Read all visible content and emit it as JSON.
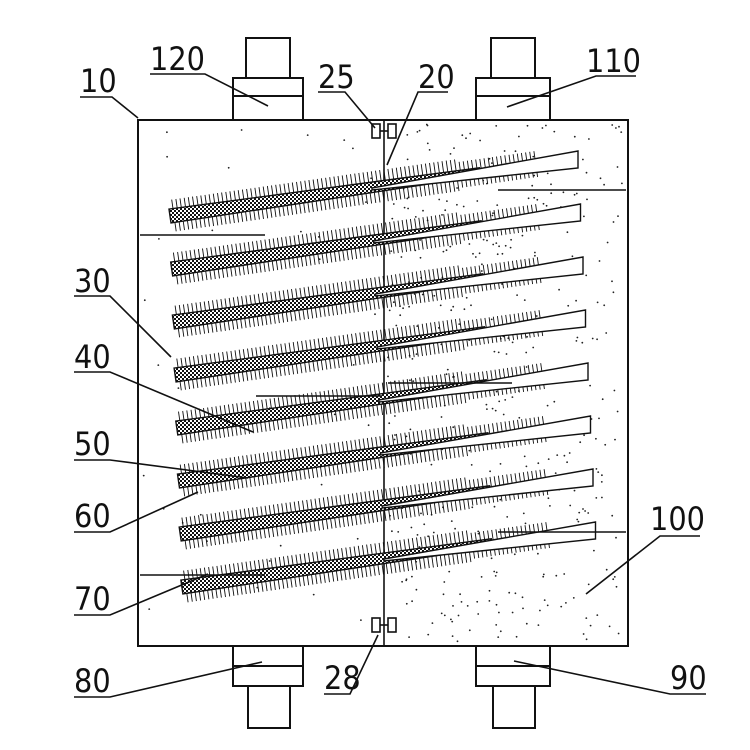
{
  "labels": {
    "l10": "10",
    "l120": "120",
    "l25": "25",
    "l20": "20",
    "l110": "110",
    "l30": "30",
    "l40": "40",
    "l50": "50",
    "l60": "60",
    "l70": "70",
    "l80": "80",
    "l28": "28",
    "l90": "90",
    "l100": "100"
  },
  "electrode_count": 8
}
